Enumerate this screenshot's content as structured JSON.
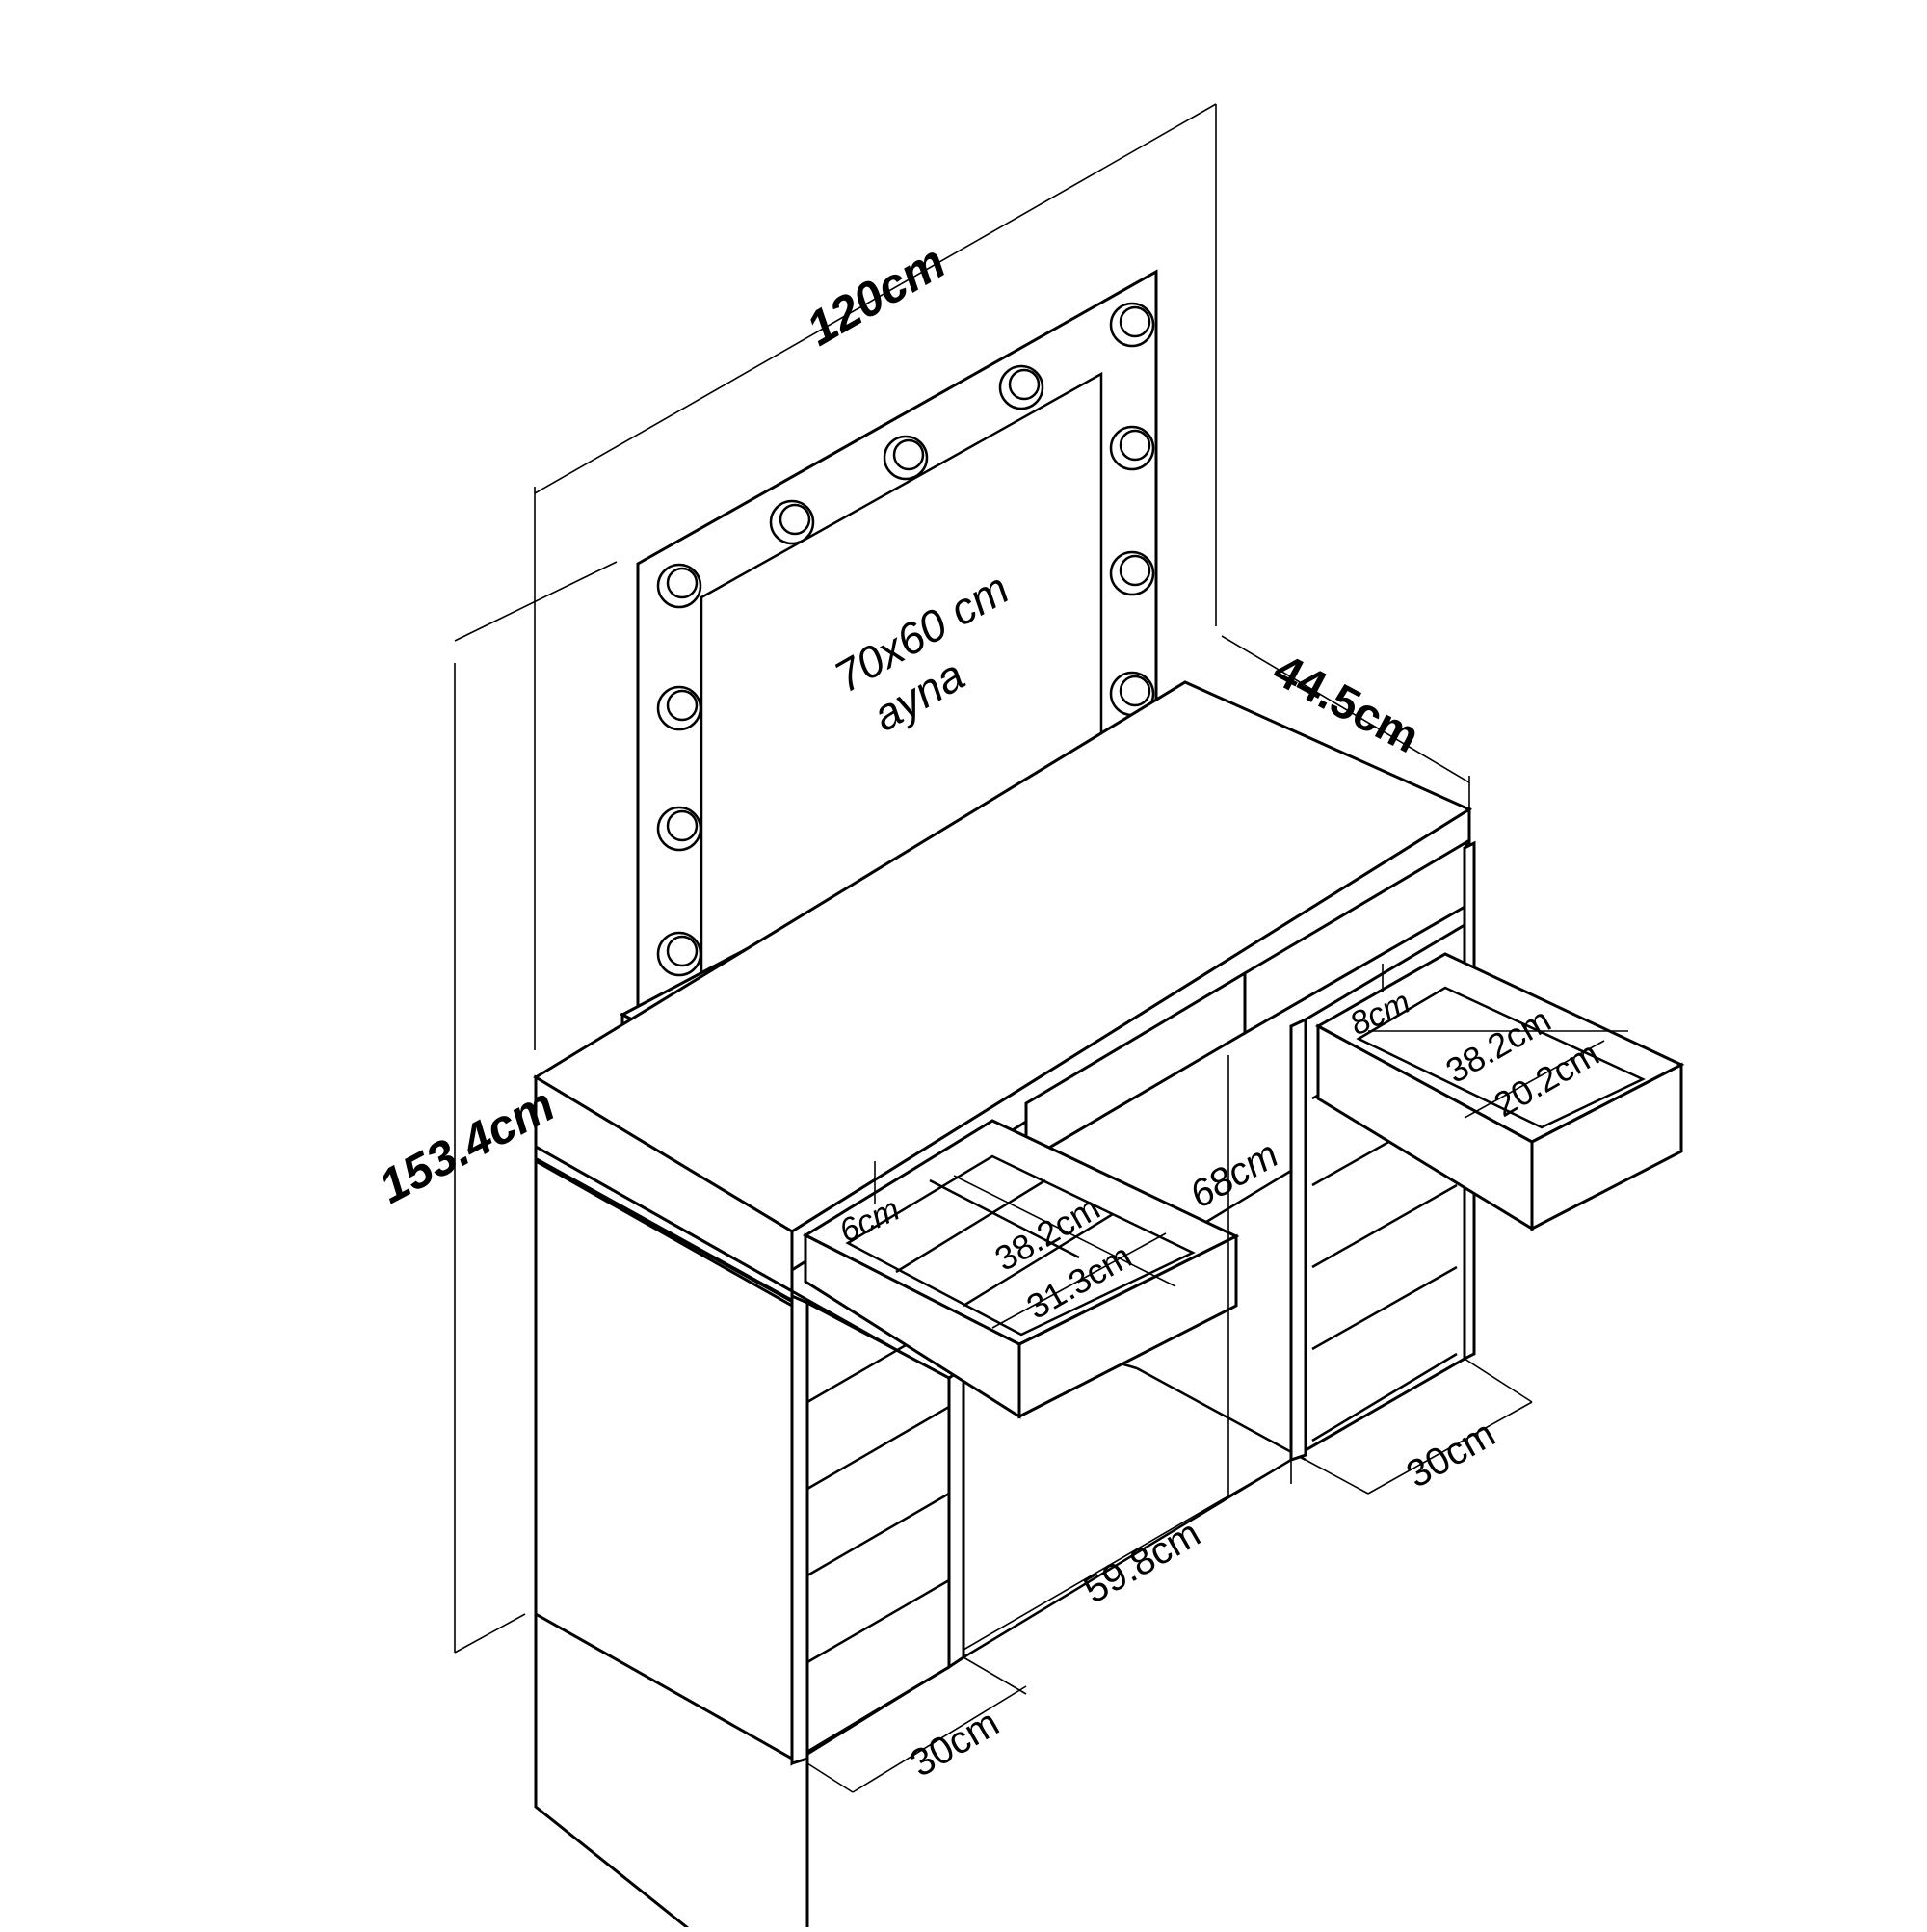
{
  "diagram": {
    "mirror_label_line1": "70x60 cm",
    "mirror_label_line2": "ayna",
    "dimensions": {
      "total_width": "120cm",
      "total_height": "153.4cm",
      "depth": "44.5cm",
      "knee_height": "68cm",
      "knee_width": "59.8cm",
      "left_cabinet_width": "30cm",
      "right_cabinet_width": "30cm",
      "left_drawer_height": "6cm",
      "left_drawer_depth": "38.2cm",
      "left_drawer_width": "31.3cm",
      "right_drawer_height": "8cm",
      "right_drawer_depth": "38.2cm",
      "right_drawer_width": "20.2cm"
    },
    "colors": {
      "line": "#000000",
      "background": "#ffffff"
    }
  }
}
